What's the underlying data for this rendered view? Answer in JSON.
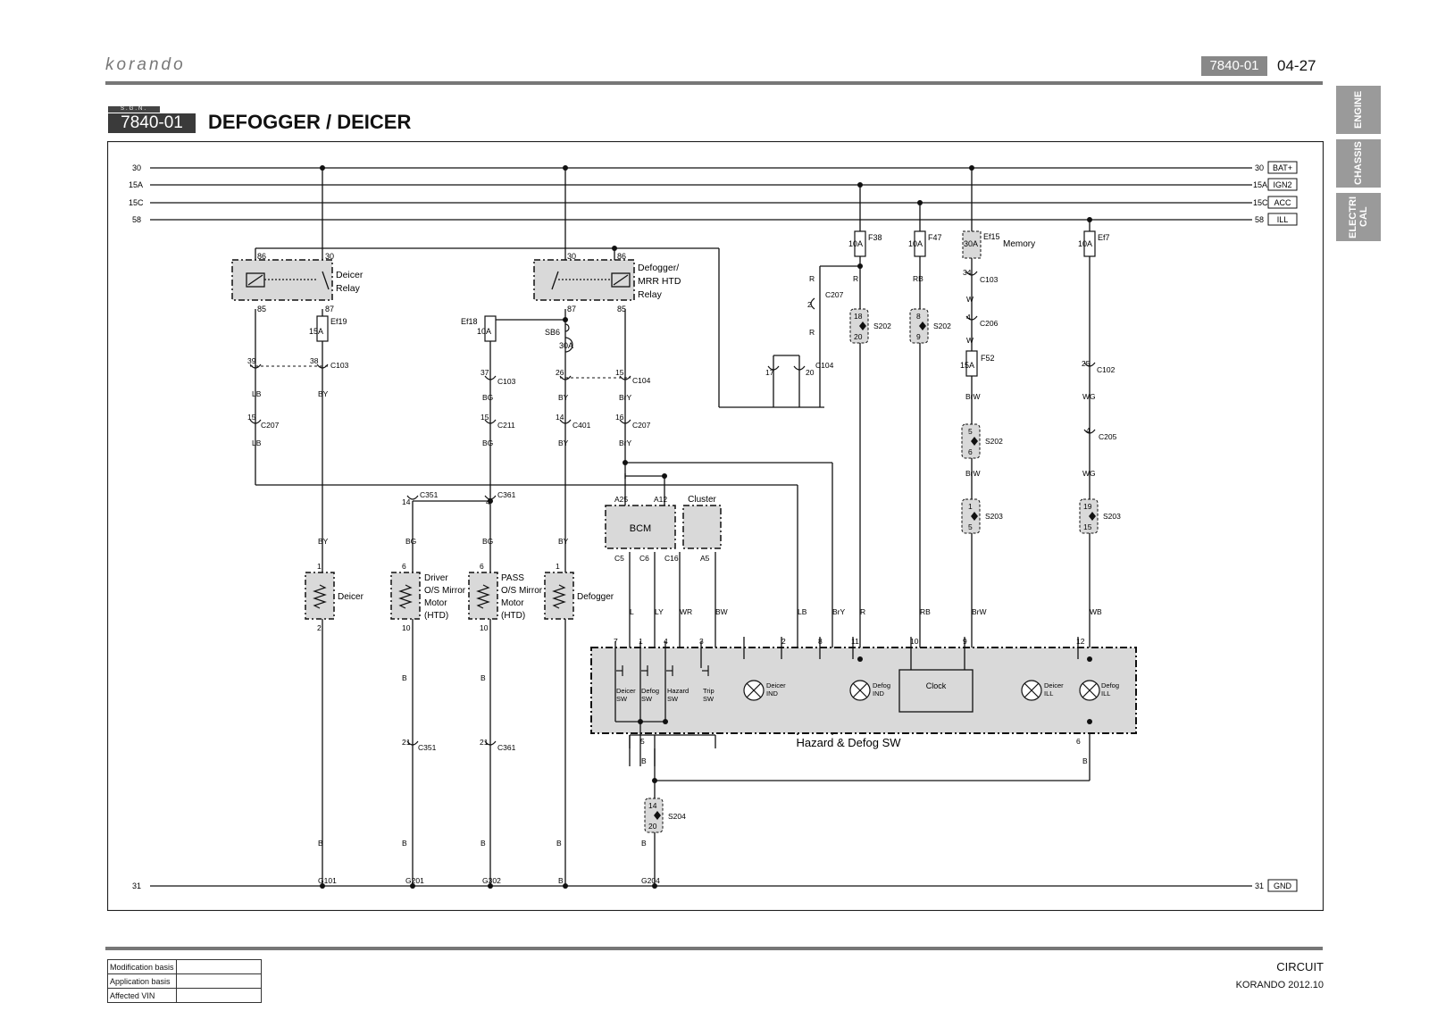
{
  "header": {
    "brand": "korando",
    "section_code": "7840-01",
    "page_number": "04-27"
  },
  "title_bar": {
    "sgn": "S.G.N.",
    "code": "7840-01",
    "title": "DEFOGGER / DEICER"
  },
  "side_tabs": {
    "engine": "ENGINE",
    "chassis": "CHASSIS",
    "electrical": "ELECTRI CAL"
  },
  "diagram": {
    "rails": {
      "r30": {
        "left": "30",
        "right": "30",
        "tag": "BAT+"
      },
      "r15a": {
        "left": "15A",
        "right": "15A",
        "tag": "IGN2"
      },
      "r15c": {
        "left": "15C",
        "right": "15C",
        "tag": "ACC"
      },
      "r58": {
        "left": "58",
        "right": "58",
        "tag": "ILL"
      },
      "r31": {
        "left": "31",
        "right": "31",
        "tag": "GND"
      }
    },
    "deicer_relay": {
      "label1": "Deicer",
      "label2": "Relay",
      "p86": "86",
      "p30": "30",
      "p85": "85",
      "p87": "87"
    },
    "defogger_relay": {
      "label1": "Defogger/",
      "label2": "MRR HTD",
      "label3": "Relay",
      "p30": "30",
      "p86": "86",
      "p87": "87",
      "p85": "85"
    },
    "fuses": {
      "ef19": {
        "name": "Ef19",
        "rating": "15A"
      },
      "ef18": {
        "name": "Ef18",
        "rating": "10A"
      },
      "sb6": {
        "name": "SB6",
        "rating": "30A"
      },
      "f38": {
        "name": "F38",
        "rating": "10A"
      },
      "f47": {
        "name": "F47",
        "rating": "10A"
      },
      "ef15": {
        "name": "Ef15",
        "rating": "30A",
        "extra": "Memory"
      },
      "ef7": {
        "name": "Ef7",
        "rating": "10A"
      },
      "f52": {
        "name": "F52",
        "rating": "15A"
      }
    },
    "connectors": {
      "c103_39": "39",
      "c103_38": "38",
      "c103": "C103",
      "c103b_37": "37",
      "c103b": "C103",
      "c104_26": "26",
      "c104_15": "15",
      "c104": "C104",
      "c207_15": "15",
      "c207": "C207",
      "c211_15": "15",
      "c211": "C211",
      "c401_14": "14",
      "c401": "C401",
      "c207b_16": "16",
      "c207b": "C207",
      "c351_14": "14",
      "c351": "C351",
      "c361_4": "4",
      "c361": "C361",
      "c351b_21": "21",
      "c351b": "C351",
      "c361b_21": "21",
      "c361b": "C361",
      "c207c_2": "2",
      "c207c": "C207",
      "c104b_17": "17",
      "c104b_20": "20",
      "c104b": "C104",
      "c103c_34": "34",
      "c103c": "C103",
      "c206_4": "4",
      "c206": "C206",
      "c102_25": "25",
      "c102": "C102",
      "c205_4": "4",
      "c205": "C205"
    },
    "splices": {
      "s202a": {
        "name": "S202",
        "top": "18",
        "bot": "20"
      },
      "s202b": {
        "name": "S202",
        "top": "8",
        "bot": "9"
      },
      "s202c": {
        "name": "S202",
        "top": "5",
        "bot": "6"
      },
      "s203a": {
        "name": "S203",
        "top": "1",
        "bot": "5"
      },
      "s203b": {
        "name": "S203",
        "top": "19",
        "bot": "15"
      },
      "s204": {
        "name": "S204",
        "top": "14",
        "bot": "20"
      }
    },
    "wires": {
      "lb1": "LB",
      "by1": "BY",
      "bg1": "BG",
      "by2": "BY",
      "bry1": "BrY",
      "lb2": "LB",
      "by3": "BY",
      "bg2": "BG",
      "by4": "BY",
      "bry2": "BrY",
      "by5": "BY",
      "bg3": "BG",
      "bg4": "BG",
      "by6": "BY",
      "b1": "B",
      "b2": "B",
      "b3": "B",
      "b4": "B",
      "b5": "B",
      "b6": "B",
      "b7": "B",
      "b8": "B",
      "b9": "B",
      "r1": "R",
      "r2": "R",
      "r3": "R",
      "rb1": "RB",
      "w1": "W",
      "w2": "W",
      "brw1": "BrW",
      "brw2": "BrW",
      "wg1": "WG",
      "wg2": "WG",
      "l": "L",
      "ly": "LY",
      "wr": "WR",
      "bw": "BW",
      "lb3": "LB",
      "bry3": "BrY",
      "r4": "R",
      "rb2": "RB",
      "brw3": "BrW",
      "wb": "WB"
    },
    "loads": {
      "deicer": {
        "label": "Deicer",
        "p1": "1",
        "p2": "2"
      },
      "driver_mirror": {
        "l1": "Driver",
        "l2": "O/S Mirror",
        "l3": "Motor",
        "l4": "(HTD)",
        "p1": "6",
        "p2": "10"
      },
      "pass_mirror": {
        "l1": "PASS",
        "l2": "O/S Mirror",
        "l3": "Motor",
        "l4": "(HTD)",
        "p1": "6",
        "p2": "10"
      },
      "defogger": {
        "label": "Defogger",
        "p1": "1"
      }
    },
    "bcm": {
      "label": "BCM",
      "a25": "A25",
      "a12": "A12",
      "c5": "C5",
      "c6": "C6",
      "c16": "C16"
    },
    "cluster": {
      "label": "Cluster",
      "a5": "A5"
    },
    "switch_module": {
      "label": "Hazard & Defog SW",
      "pins": {
        "p7": "7",
        "p1": "1",
        "p4": "4",
        "p3": "3",
        "p2": "2",
        "p8": "8",
        "p11": "11",
        "p10": "10",
        "p9": "9",
        "p12": "12",
        "p5": "5",
        "p6": "6"
      },
      "deicer_sw": {
        "l1": "Deicer",
        "l2": "SW"
      },
      "defog_sw": {
        "l1": "Defog",
        "l2": "SW"
      },
      "hazard_sw": {
        "l1": "Hazard",
        "l2": "SW"
      },
      "trip_sw": {
        "l1": "Trip",
        "l2": "SW"
      },
      "deicer_ind": {
        "l1": "Deicer",
        "l2": "IND"
      },
      "defog_ind": {
        "l1": "Defog",
        "l2": "IND"
      },
      "clock": "Clock",
      "deicer_ill": {
        "l1": "Deicer",
        "l2": "ILL"
      },
      "defog_ill": {
        "l1": "Defog",
        "l2": "ILL"
      }
    },
    "grounds": {
      "g101": "G101",
      "g201": "G201",
      "g302": "G302",
      "gb": "B",
      "g204": "G204"
    }
  },
  "footer": {
    "rows": [
      {
        "label": "Modification basis",
        "value": ""
      },
      {
        "label": "Application basis",
        "value": ""
      },
      {
        "label": "Affected VIN",
        "value": ""
      }
    ],
    "circuit": "CIRCUIT",
    "model": "KORANDO 2012.10"
  }
}
